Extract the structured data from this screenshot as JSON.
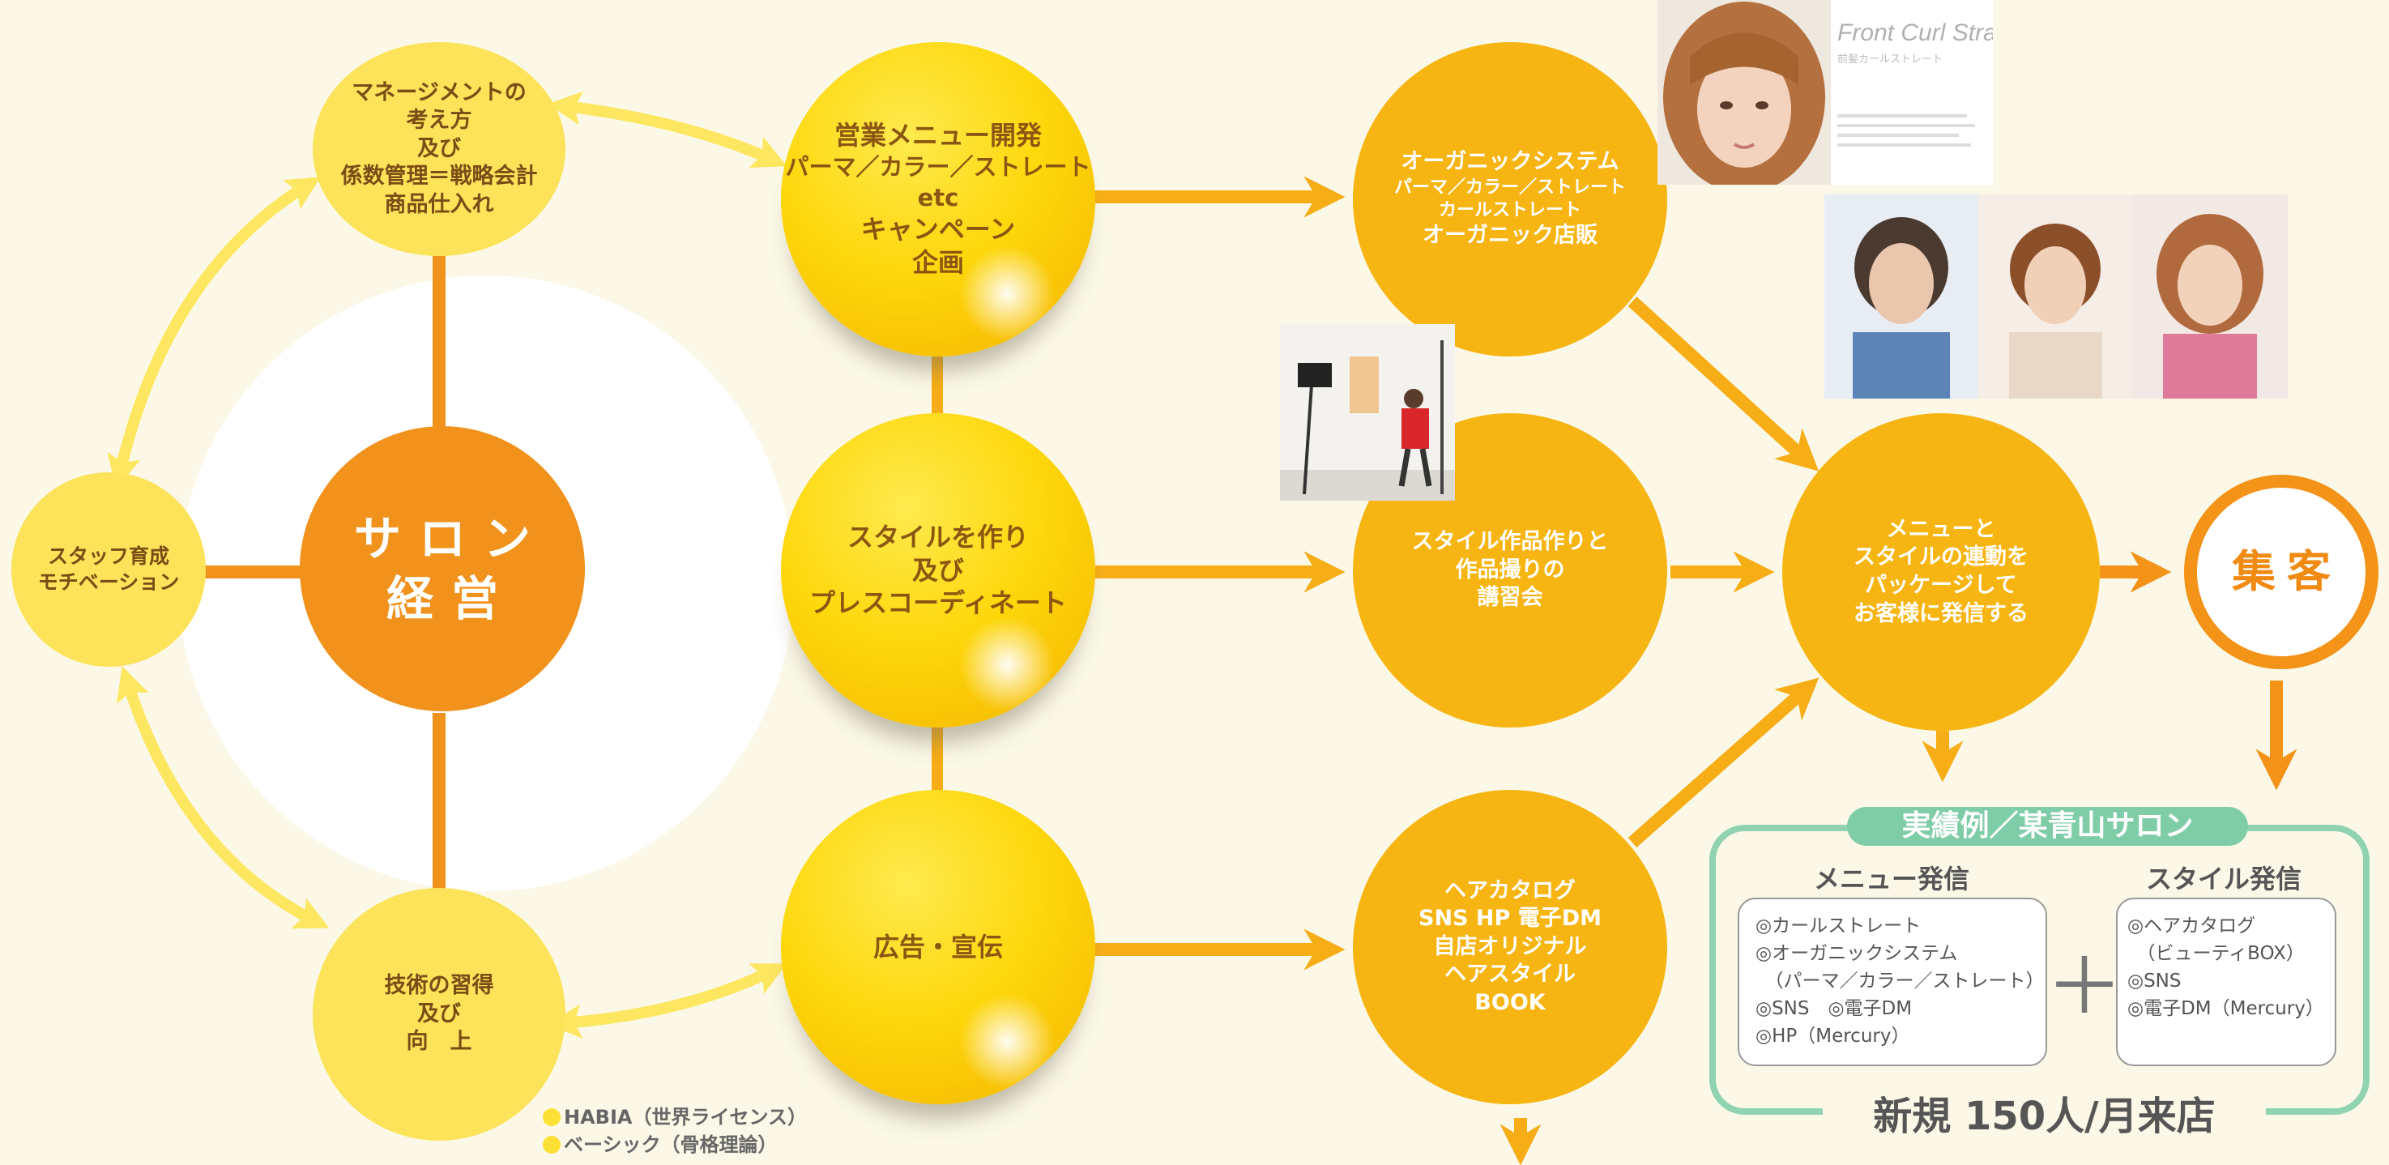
{
  "nodes": {
    "management": [
      "マネージメントの",
      "考え方",
      "及び",
      "係数管理＝戦略会計",
      "商品仕入れ"
    ],
    "staff": [
      "スタッフ育成",
      "モチベーション"
    ],
    "technique": [
      "技術の習得",
      "及び",
      "向　上"
    ],
    "center": [
      "サロン",
      "経営"
    ],
    "menu_dev": [
      "営業メニュー開発",
      "パーマ／カラー／ストレート",
      "etc",
      "キャンペーン",
      "企画"
    ],
    "style_press": [
      "スタイルを作り",
      "及び",
      "プレスコーディネート"
    ],
    "advert": [
      "広告・宣伝"
    ],
    "organic": [
      "オーガニックシステム",
      "パーマ／カラー／ストレート",
      "カールストレート",
      "オーガニック店販"
    ],
    "style_works": [
      "スタイル作品作りと",
      "作品撮りの",
      "講習会"
    ],
    "catalog": [
      "ヘアカタログ",
      "SNS HP 電子DM",
      "自店オリジナル",
      "ヘアスタイル",
      "BOOK"
    ],
    "package": [
      "メニューと",
      "スタイルの連動を",
      "パッケージして",
      "お客様に発信する"
    ],
    "attract": "集客"
  },
  "photo_top": {
    "title": "Front Curl Straight",
    "subtitle": "前髪カールストレート"
  },
  "result": {
    "tag": "実績例／某青山サロン",
    "menu_heading": "メニュー発信",
    "style_heading": "スタイル発信",
    "menu_items": [
      "◎カールストレート",
      "◎オーガニックシステム",
      "　（パーマ／カラー／ストレート）",
      "◎SNS　◎電子DM",
      "◎HP（Mercury）"
    ],
    "style_items": [
      "◎ヘアカタログ",
      "　（ビューティBOX）",
      "◎SNS",
      "◎電子DM（Mercury）"
    ],
    "plus": "＋",
    "new_clients": "新規 150人/月来店"
  },
  "notes": [
    "HABIA（世界ライセンス）",
    "ベーシック（骨格理論）"
  ],
  "colors": {
    "background": "#fbf8e7",
    "light_yellow": "#fde35a",
    "orange": "#f0921c",
    "amber": "#f7b513",
    "mint": "#8fd3b1"
  }
}
